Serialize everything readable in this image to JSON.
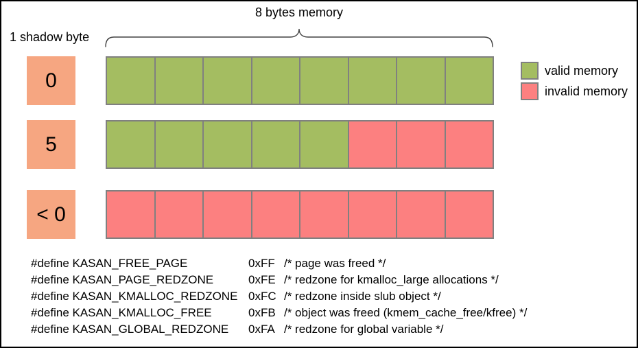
{
  "title": "8 bytes memory",
  "shadow_byte_label": "1 shadow byte",
  "legend": {
    "valid_label": "valid memory",
    "invalid_label": "invalid memory"
  },
  "colors": {
    "shadow_box": "#F6A681",
    "valid": "#A4BD61",
    "invalid": "#FC8080",
    "cell_border": "#808080",
    "brace": "#404040"
  },
  "rows": [
    {
      "shadow_value": "0",
      "cells": [
        "valid",
        "valid",
        "valid",
        "valid",
        "valid",
        "valid",
        "valid",
        "valid"
      ]
    },
    {
      "shadow_value": "5",
      "cells": [
        "valid",
        "valid",
        "valid",
        "valid",
        "valid",
        "invalid",
        "invalid",
        "invalid"
      ]
    },
    {
      "shadow_value": "< 0",
      "cells": [
        "invalid",
        "invalid",
        "invalid",
        "invalid",
        "invalid",
        "invalid",
        "invalid",
        "invalid"
      ]
    }
  ],
  "code_lines": [
    {
      "name": "#define KASAN_FREE_PAGE",
      "value": "0xFF",
      "comment": "/* page was freed */"
    },
    {
      "name": "#define KASAN_PAGE_REDZONE",
      "value": "0xFE",
      "comment": "/* redzone for kmalloc_large allocations */"
    },
    {
      "name": "#define KASAN_KMALLOC_REDZONE",
      "value": "0xFC",
      "comment": "/* redzone inside slub object */"
    },
    {
      "name": "#define KASAN_KMALLOC_FREE",
      "value": "0xFB",
      "comment": "/* object was freed (kmem_cache_free/kfree) */"
    },
    {
      "name": "#define KASAN_GLOBAL_REDZONE",
      "value": "0xFA",
      "comment": "/* redzone for global variable */"
    }
  ]
}
